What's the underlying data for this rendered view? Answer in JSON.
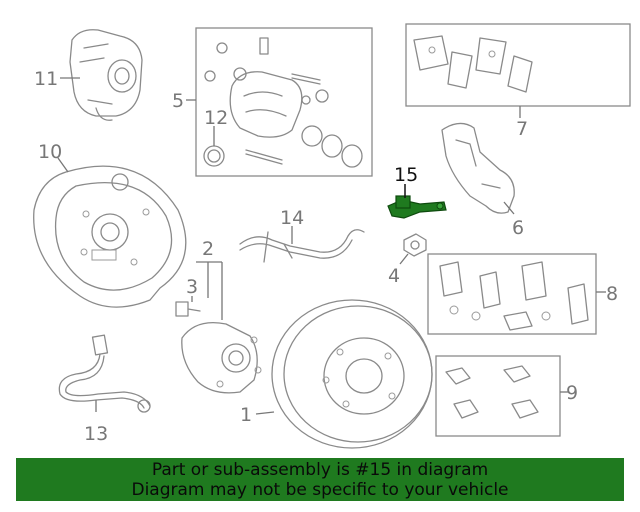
{
  "callouts": {
    "c1": "1",
    "c2": "2",
    "c3": "3",
    "c4": "4",
    "c5": "5",
    "c6": "6",
    "c7": "7",
    "c8": "8",
    "c9": "9",
    "c10": "10",
    "c11": "11",
    "c12": "12",
    "c13": "13",
    "c14": "14",
    "c15": "15"
  },
  "highlight": {
    "part_number": "15",
    "color": "#1f7a1f"
  },
  "banner": {
    "line1": "Part or sub-assembly is #15 in diagram",
    "line2": "Diagram may not be specific to your vehicle",
    "background": "#1f7a1f"
  }
}
